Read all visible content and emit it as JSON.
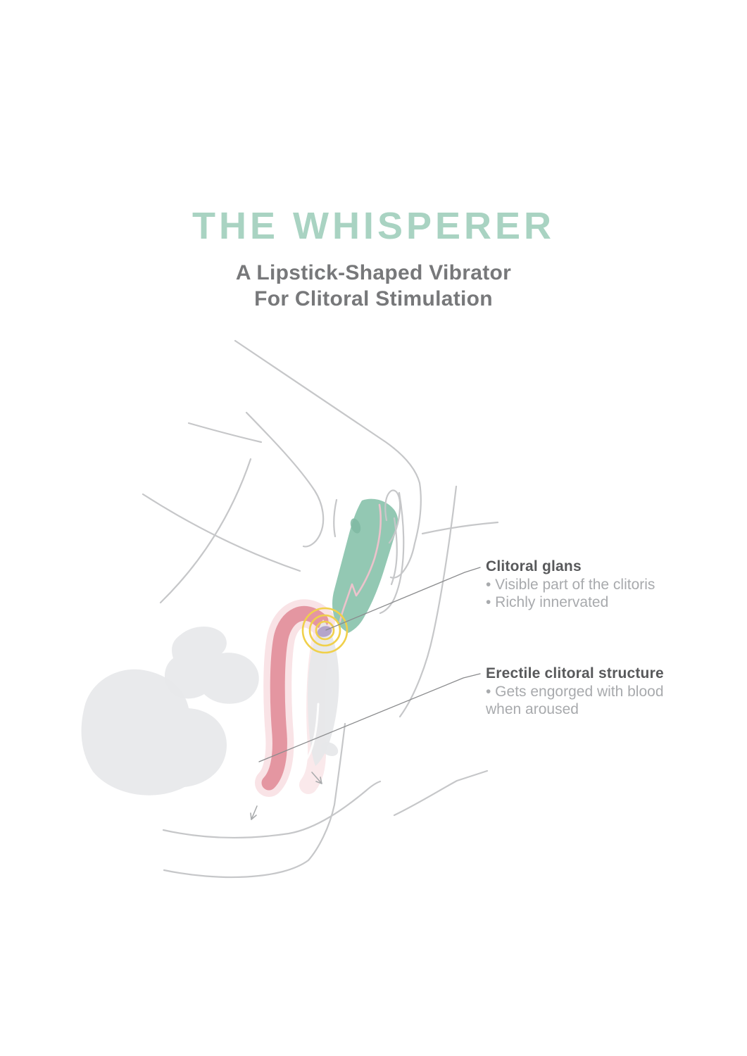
{
  "page": {
    "title": "THE WHISPERER",
    "subtitle_line1": "A Lipstick-Shaped Vibrator",
    "subtitle_line2": "For Clitoral Stimulation"
  },
  "callouts": [
    {
      "title": "Clitoral glans",
      "bullets": [
        "• Visible part of the clitoris",
        "• Richly innervated"
      ]
    },
    {
      "title": "Erectile clitoral structure",
      "bullets": [
        "• Gets engorged with blood",
        "when aroused"
      ]
    }
  ],
  "colors": {
    "title_accent": "#a9d3c2",
    "subtitle_text": "#77787a",
    "callout_title_text": "#58595b",
    "callout_body_text": "#a8aaad",
    "device_teal": "#93c8b3",
    "device_teal_dark": "#7fb9a2",
    "erectile_rose": "#e28f9b",
    "erectile_halo": "#f4ccd2",
    "erectile_halo_light": "#f7dade",
    "vulva_line_pink": "#ecc3cc",
    "vibration_yellow": "#f0d04b",
    "glans_purple": "#b4a4ca",
    "outline_gray": "#c6c7c9",
    "silhouette_gray": "#e7e8ea",
    "annotation_line_gray": "#8a8b8d",
    "arrow_gray": "#a9abad"
  }
}
